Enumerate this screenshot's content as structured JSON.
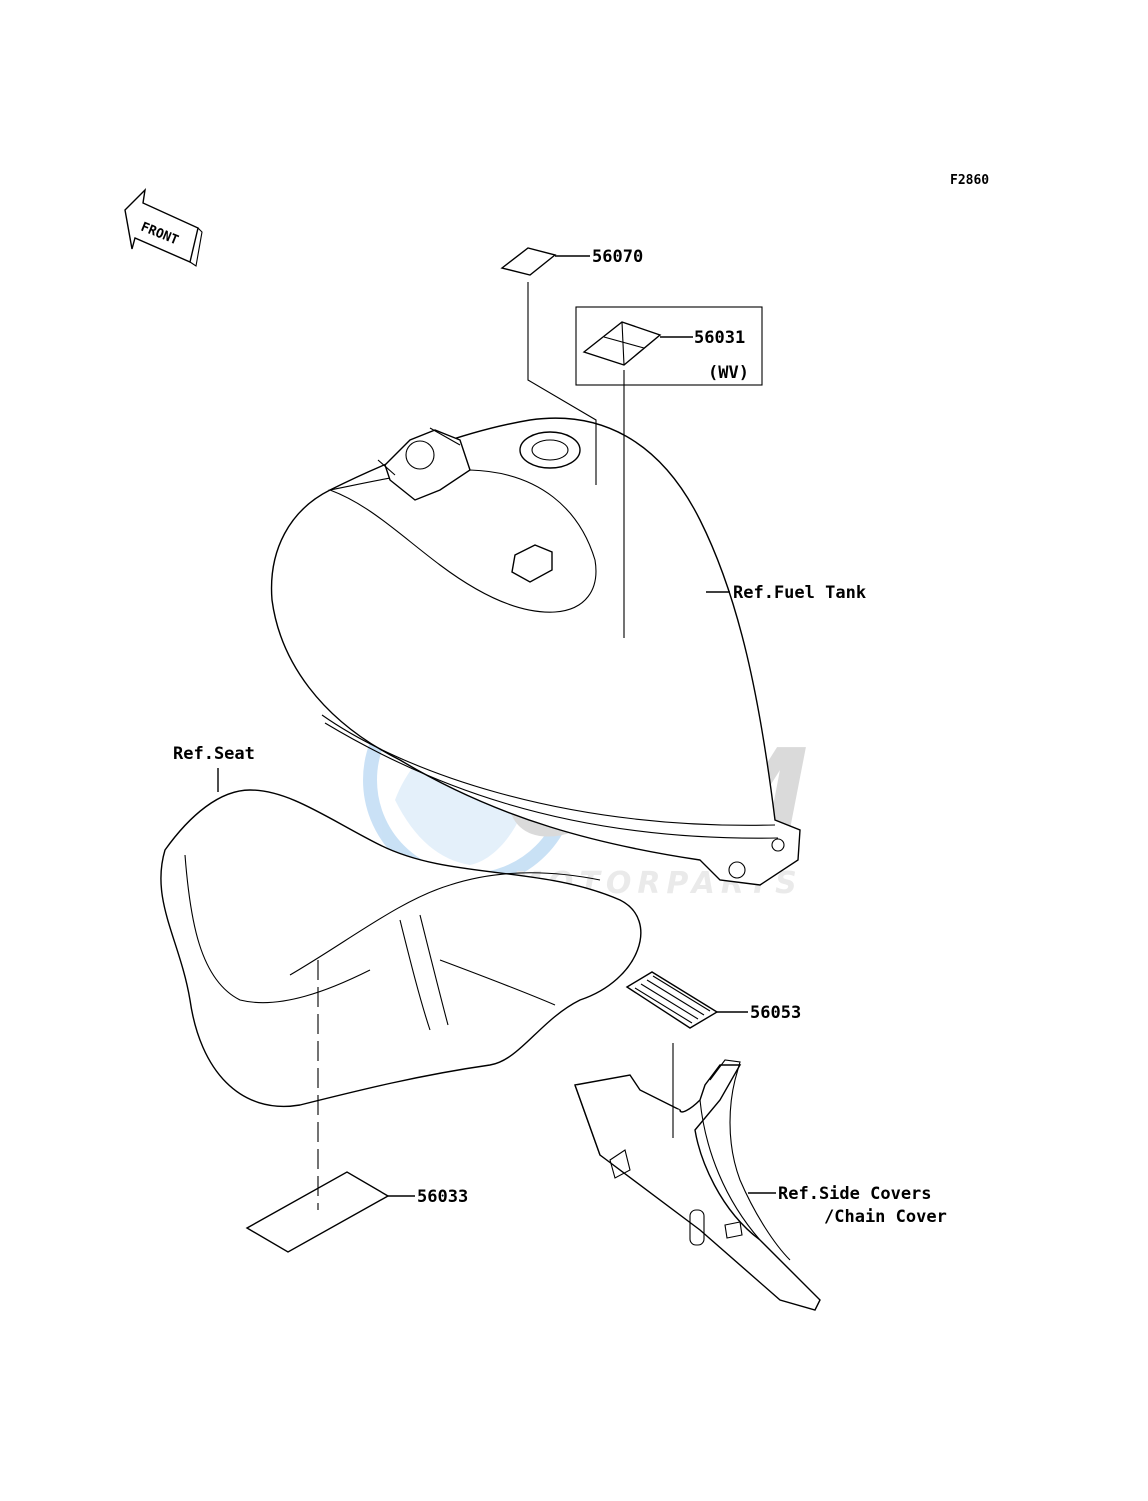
{
  "figure_code": "F2860",
  "front_arrow": {
    "label": "FRONT"
  },
  "watermark": {
    "logo_text": "OEM",
    "sub_text": "MOTORPARTS",
    "color": "#9ec9ee",
    "gray": "#bdbdbd"
  },
  "parts": [
    {
      "id": "56070",
      "label": "56070"
    },
    {
      "id": "56031",
      "label": "56031",
      "note": "(WV)"
    },
    {
      "id": "56053",
      "label": "56053"
    },
    {
      "id": "56033",
      "label": "56033"
    }
  ],
  "references": {
    "fuel_tank": "Ref.Fuel Tank",
    "seat": "Ref.Seat",
    "side_covers_line1": "Ref.Side Covers",
    "side_covers_line2": "/Chain Cover"
  }
}
